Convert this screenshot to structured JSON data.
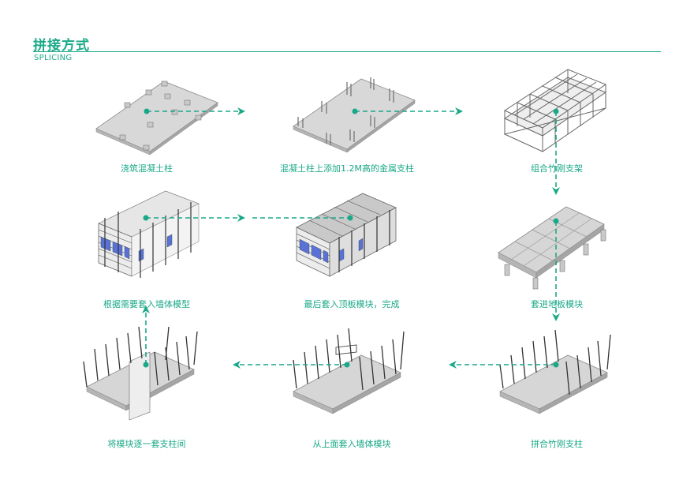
{
  "header": {
    "title": "拼接方式",
    "subtitle": "SPLICING"
  },
  "steps": [
    {
      "caption": "浇筑混凝土柱"
    },
    {
      "caption": "混凝土柱上添加1.2M高的金属支柱"
    },
    {
      "caption": "组合竹刚支架"
    },
    {
      "caption": "套进地板模块"
    },
    {
      "caption": "最后套入顶板模块，完成"
    },
    {
      "caption": "根据需要套入墙体模型"
    },
    {
      "caption": "将模块逐一套支柱间"
    },
    {
      "caption": "从上面套入墙体模块"
    },
    {
      "caption": "拼合竹刚支柱"
    }
  ],
  "colors": {
    "accent": "#1aa988",
    "slab": "#d8d8d8",
    "slab_edge": "#8a8a8a",
    "glass": "#5a72d6"
  }
}
